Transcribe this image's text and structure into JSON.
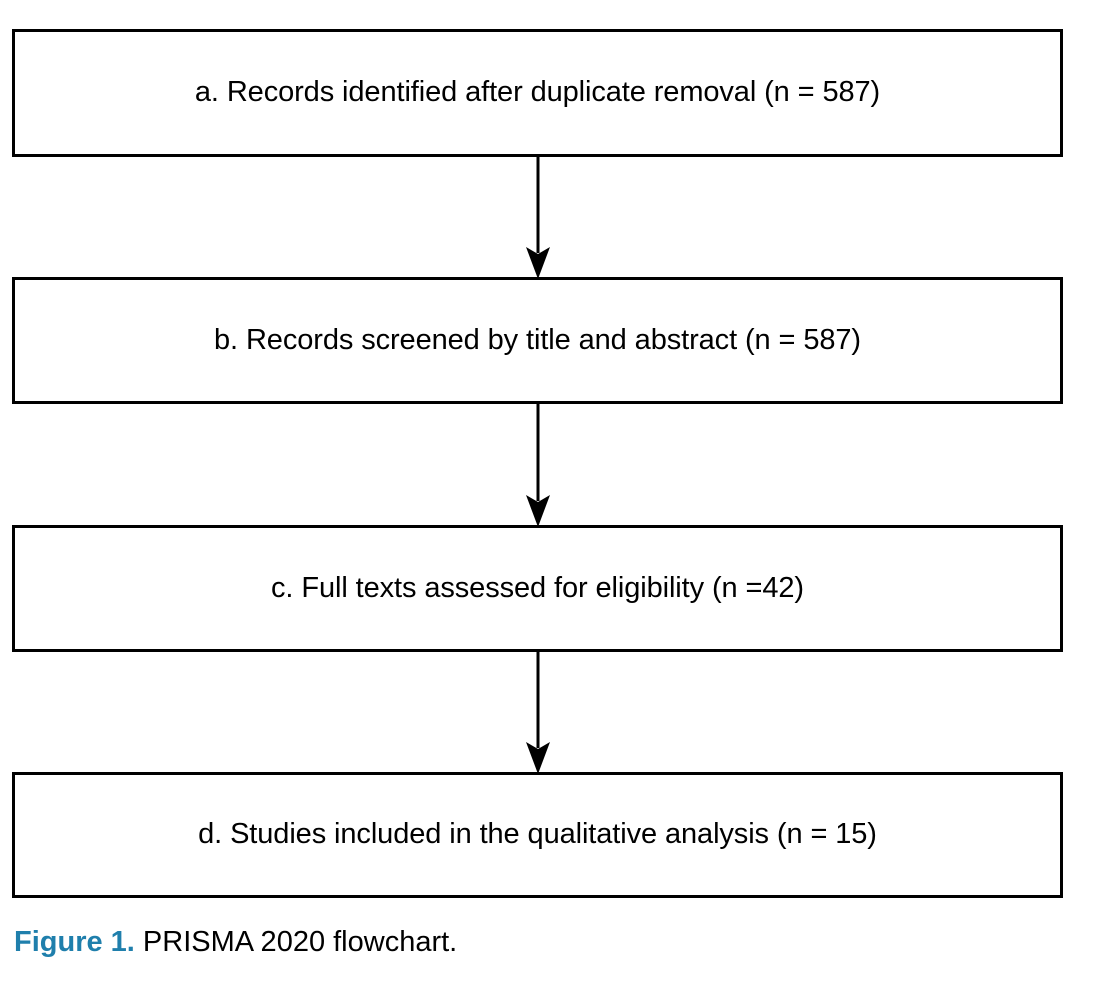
{
  "figure": {
    "caption_label": "Figure 1.",
    "caption_text": " PRISMA 2020 flowchart.",
    "caption_label_color": "#1f7fac",
    "caption_text_color": "#000000"
  },
  "chart_data": {
    "type": "diagram",
    "diagram_kind": "flowchart",
    "title": "PRISMA 2020 flowchart",
    "orientation": "top-to-bottom",
    "background_color": "#ffffff",
    "node_border_color": "#000000",
    "node_fill_color": "#ffffff",
    "connector_color": "#000000",
    "nodes": [
      {
        "id": "a",
        "letter": "a.",
        "label": "a. Records identified after duplicate removal (n = 587)",
        "stage": "Records identified after duplicate removal",
        "n": 587
      },
      {
        "id": "b",
        "letter": "b.",
        "label": "b. Records screened by title and abstract (n = 587)",
        "stage": "Records screened by title and abstract",
        "n": 587
      },
      {
        "id": "c",
        "letter": "c.",
        "label": "c. Full texts assessed for eligibility (n =42)",
        "stage": "Full texts assessed for eligibility",
        "n": 42
      },
      {
        "id": "d",
        "letter": "d.",
        "label": "d. Studies included in the qualitative analysis (n = 15)",
        "stage": "Studies included in the qualitative analysis",
        "n": 15
      }
    ],
    "edges": [
      {
        "from": "a",
        "to": "b",
        "style": "solid-arrow-down",
        "label": ""
      },
      {
        "from": "b",
        "to": "c",
        "style": "solid-arrow-down",
        "label": ""
      },
      {
        "from": "c",
        "to": "d",
        "style": "solid-arrow-down",
        "label": ""
      }
    ]
  }
}
